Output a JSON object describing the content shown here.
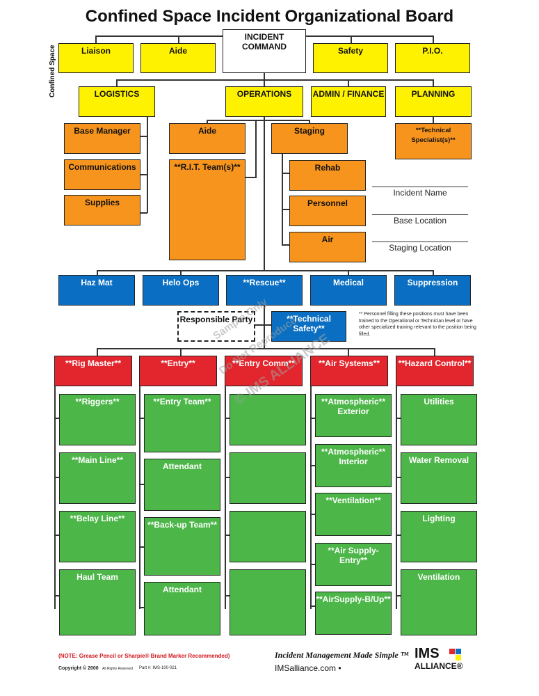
{
  "title": "Confined Space Incident Organizational Board",
  "side_label": "Confined Space",
  "command": {
    "incident_command": "INCIDENT COMMAND",
    "liaison": "Liaison",
    "aide": "Aide",
    "safety": "Safety",
    "pio": "P.I.O."
  },
  "sections": {
    "logistics": "LOGISTICS",
    "operations": "OPERATIONS",
    "admin_finance": "ADMIN / FINANCE",
    "planning": "PLANNING"
  },
  "logistics_units": {
    "base_manager": "Base Manager",
    "communications": "Communications",
    "supplies": "Supplies"
  },
  "operations_units": {
    "aide": "Aide",
    "rit_team": "**R.I.T. Team(s)**",
    "staging": "Staging",
    "rehab": "Rehab",
    "personnel": "Personnel",
    "air": "Air"
  },
  "planning_units": {
    "technical_specialist": "**Technical Specialist(s)**"
  },
  "info_fields": {
    "incident_name": "Incident Name",
    "base_location": "Base Location",
    "staging_location": "Staging Location"
  },
  "branches": {
    "haz_mat": "Haz Mat",
    "helo_ops": "Helo Ops",
    "rescue": "**Rescue**",
    "medical": "Medical",
    "suppression": "Suppression"
  },
  "responsible_party": "Responsible Party",
  "technical_safety": "**Technical Safety**",
  "personnel_note": "** Personnel filling these positions must have been trained to the Operational or Technician level or have other specialized training relevant to the position being filled.",
  "groups": {
    "rig_master": "**Rig Master**",
    "entry": "**Entry**",
    "entry_comm": "**Entry Comm**",
    "air_systems": "**Air Systems**",
    "hazard_control": "**Hazard Control**"
  },
  "rig_master_units": [
    "**Riggers**",
    "**Main Line**",
    "**Belay Line**",
    "Haul Team"
  ],
  "entry_units": [
    "**Entry Team**",
    "Attendant",
    "**Back-up Team**",
    "Attendant"
  ],
  "entry_comm_units": [
    "",
    "",
    "",
    ""
  ],
  "air_systems_units": [
    "**Atmospheric** Exterior",
    "**Atmospheric** Interior",
    "**Ventilation**",
    "**Air Supply-Entry**",
    "**AirSupply-B/Up**"
  ],
  "hazard_control_units": [
    "Utilities",
    "Water Removal",
    "Lighting",
    "Ventilation"
  ],
  "footer": {
    "note": "(NOTE: Grease Pencil or Sharpie® Brand Marker Recommended)",
    "copyright": "Copyright © 2000",
    "rights": "All Rights Reserved",
    "part": "Part #: IMS-100-021",
    "tagline": "Incident Management Made Simple ™",
    "website": "IMSalliance.com •",
    "logo_top": "IMS",
    "logo_bottom": "ALLIANCE®"
  },
  "watermark": {
    "line1": "Sample Only",
    "line2": "Do Not Reproduce",
    "line3": "© IMS ALLIANCE"
  },
  "colors": {
    "yellow": "#fff200",
    "orange": "#f7941d",
    "blue": "#0a6fc2",
    "red": "#e3262d",
    "green": "#4cb648",
    "note_red": "#d0161e"
  }
}
